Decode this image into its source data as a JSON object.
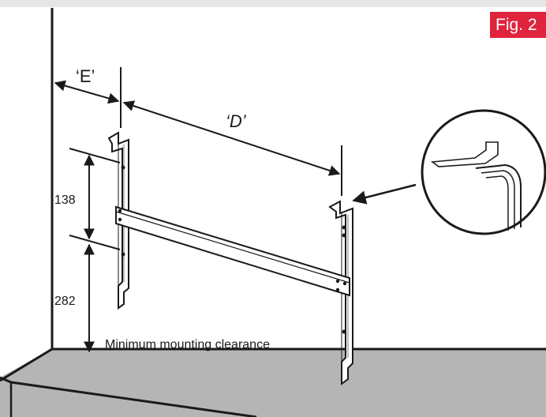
{
  "figure": {
    "badge": "Fig. 2",
    "dimension_e": "‘E’",
    "dimension_d": "‘D’",
    "height_upper": "138",
    "height_lower": "282",
    "clearance_note": "Minimum mounting clearance"
  },
  "colors": {
    "badge_bg": "#e0243e",
    "floor": "#b5b5b5",
    "line": "#1a1a1a",
    "top_strip": "#e6e6e8"
  }
}
